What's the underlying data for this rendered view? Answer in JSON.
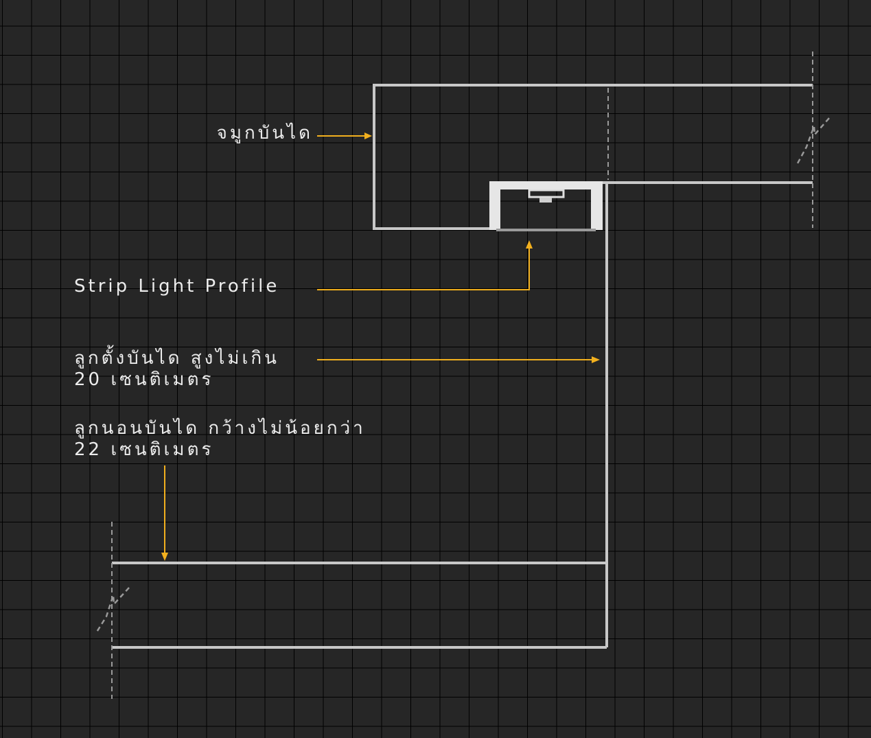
{
  "colors": {
    "background": "#262626",
    "grid": "#000000",
    "structure": "#c8c8c8",
    "profile": "#e6e6e6",
    "dashed": "#9a9a9a",
    "annotation": "#f2b01e",
    "text": "#ececec"
  },
  "labels": {
    "nosing": "จมูกบันได",
    "strip_profile": "Strip Light Profile",
    "riser_line1": "ลูกตั้งบันได สูงไม่เกิน",
    "riser_line2": "20 เซนติเมตร",
    "tread_line1": "ลูกนอนบันได กว้างไม่น้อยกว่า",
    "tread_line2": "22 เซนติเมตร"
  },
  "icons": {
    "break_symbol": "break-line-icon",
    "arrowhead": "arrow-head-icon"
  }
}
